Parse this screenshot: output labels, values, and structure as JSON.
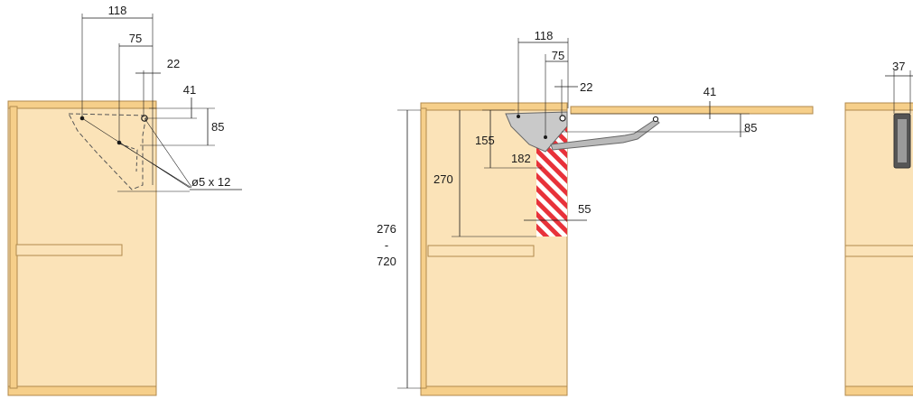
{
  "colors": {
    "wood": "#fbe3b8",
    "wood_edge": "#f6cf8a",
    "wood_stroke": "#b08a4c",
    "hatch_red": "#e8323a",
    "mechanism_grey": "#c9c9c9",
    "dimension_line": "#1a1a1a"
  },
  "left_view": {
    "dim_118": "118",
    "dim_75": "75",
    "dim_22": "22",
    "dim_41": "41",
    "dim_85": "85",
    "screw_callout": "ø5 x 12"
  },
  "middle_view": {
    "dim_118": "118",
    "dim_75": "75",
    "dim_22": "22",
    "dim_41": "41",
    "dim_85": "85",
    "dim_155": "155",
    "dim_182": "182",
    "dim_270": "270",
    "dim_55": "55",
    "height_min": "276",
    "height_dash": "-",
    "height_max": "720"
  },
  "right_view": {
    "dim_37": "37"
  }
}
